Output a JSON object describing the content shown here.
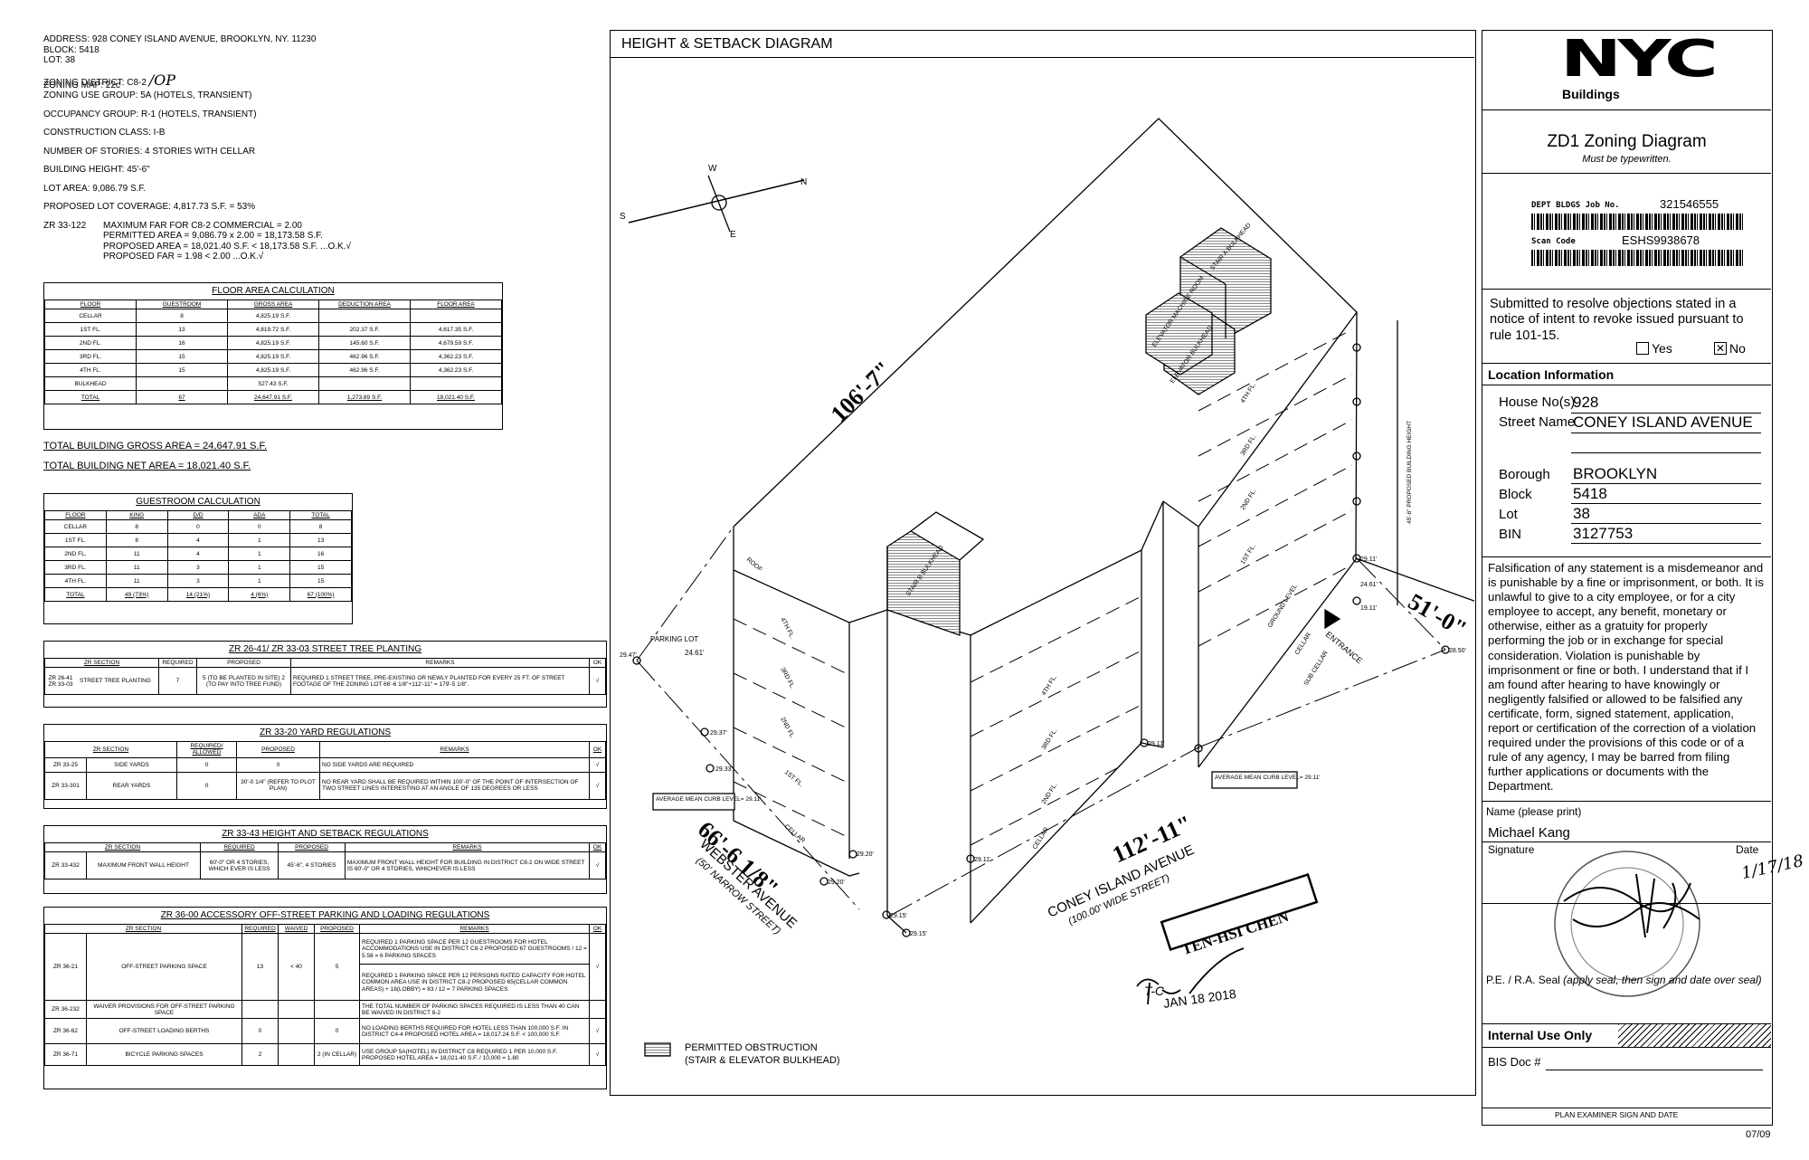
{
  "left": {
    "address": "ADDRESS: 928 CONEY ISLAND AVENUE, BROOKLYN, NY. 11230",
    "block": "BLOCK: 5418",
    "lot": "LOT: 38",
    "zoning_district": "ZONING DISTRICT: C8-2",
    "zoning_handwritten": "/OP",
    "zoning_map": "ZONING MAP: 22c",
    "zoning_use_group": "ZONING USE GROUP: 5A (HOTELS, TRANSIENT)",
    "occupancy": "OCCUPANCY GROUP: R-1 (HOTELS, TRANSIENT)",
    "construction": "CONSTRUCTION CLASS: I-B",
    "stories": "NUMBER OF STORIES: 4 STORIES WITH CELLAR",
    "height": "BUILDING HEIGHT: 45'-6\"",
    "lot_area": "LOT AREA: 9,086.79 S.F.",
    "coverage": "PROPOSED LOT COVERAGE: 4,817.73 S.F. = 53%",
    "zr_label": "ZR 33-122",
    "far_lines": [
      "MAXIMUM FAR FOR C8-2 COMMERCIAL = 2.00",
      "PERMITTED AREA = 9,086.79 x 2.00 = 18,173.58 S.F.",
      "PROPOSED AREA = 18,021.40 S.F. < 18,173.58 S.F. ...O.K.√",
      "PROPOSED  FAR = 1.98 < 2.00 ...O.K.√"
    ],
    "floor_area": {
      "title": "FLOOR AREA CALCULATION",
      "headers": [
        "FLOOR",
        "GUESTROOM",
        "GROSS AREA",
        "DEDUCTION AREA",
        "FLOOR AREA"
      ],
      "rows": [
        [
          "CELLAR",
          "8",
          "4,825.19 S.F.",
          "",
          ""
        ],
        [
          "1ST FL.",
          "13",
          "4,819.72 S.F.",
          "202.37 S.F.",
          "4,617.35 S.F."
        ],
        [
          "2ND FL.",
          "16",
          "4,825.19 S.F.",
          "145.60 S.F.",
          "4,679.59 S.F."
        ],
        [
          "3RD FL.",
          "15",
          "4,825.19 S.F.",
          "462.96 S.F.",
          "4,362.23 S.F."
        ],
        [
          "4TH FL.",
          "15",
          "4,825.19 S.F.",
          "462.96 S.F.",
          "4,362.23 S.F."
        ],
        [
          "BULKHEAD",
          "",
          "527.43 S.F.",
          "",
          ""
        ],
        [
          "TOTAL",
          "67",
          "24,647.91 S.F.",
          "1,273.89 S.F.",
          "18,021.40 S.F."
        ]
      ]
    },
    "gross_total": "TOTAL BUILDING GROSS AREA  = 24,647.91 S.F.",
    "net_total": "TOTAL BUILDING NET AREA = 18,021.40 S.F.",
    "guestroom": {
      "title": "GUESTROOM CALCULATION",
      "headers": [
        "FLOOR",
        "KING",
        "D/D",
        "ADA",
        "TOTAL"
      ],
      "rows": [
        [
          "CELLAR",
          "8",
          "0",
          "0",
          "8"
        ],
        [
          "1ST FL.",
          "8",
          "4",
          "1",
          "13"
        ],
        [
          "2ND FL.",
          "11",
          "4",
          "1",
          "16"
        ],
        [
          "3RD FL.",
          "11",
          "3",
          "1",
          "15"
        ],
        [
          "4TH FL.",
          "11",
          "3",
          "1",
          "15"
        ],
        [
          "TOTAL",
          "49 (73%)",
          "14 (21%)",
          "4 (6%)",
          "67 (100%)"
        ]
      ]
    },
    "tree": {
      "title": "ZR 26-41/ ZR 33-03 STREET TREE PLANTING",
      "headers": [
        "ZR SECTION",
        "REQUIRED",
        "PROPOSED",
        "REMARKS",
        "OK"
      ],
      "rows": [
        [
          "ZR 26-41 ZR 33-03",
          "STREET TREE PLANTING",
          "7",
          "5 (TO BE PLANTED IN SITE) 2 (TO PAY INTO TREE FUND)",
          "REQUIRED 1 STREET TREE, PRE-EXISTING OR NEWLY PLANTED FOR EVERY 25 FT. OF STREET FOOTAGE OF THE ZONING LOT 66'-6 1/8\"+112'-11\" = 179'-5 1/8\".",
          "√"
        ]
      ]
    },
    "yard": {
      "title": "ZR 33-20 YARD REGULATIONS",
      "headers": [
        "ZR SECTION",
        "REQUIRED/ ALLOWED",
        "PROPOSED",
        "REMARKS",
        "OK"
      ],
      "rows": [
        [
          "ZR 33-25",
          "SIDE YARDS",
          "0",
          "0",
          "NO SIDE YARDS ARE REQUIRED",
          "√"
        ],
        [
          "ZR 33-301",
          "REAR YARDS",
          "0",
          "30'-0 1/4\" (REFER TO PLOT PLAN)",
          "NO REAR YARD SHALL BE REQUIRED WITHIN 100'-0\" OF THE POINT OF INTERSECTION OF TWO STREET LINES INTERESTING AT AN ANGLE OF 135 DEGREES OR LESS",
          "√"
        ]
      ]
    },
    "height_reg": {
      "title": "ZR 33-43 HEIGHT AND SETBACK REGULATIONS",
      "headers": [
        "ZR SECTION",
        "REQUIRED",
        "PROPOSED",
        "REMARKS",
        "OK"
      ],
      "rows": [
        [
          "ZR 33-432",
          "MAXIMUM FRONT WALL HEIGHT",
          "60'-0\" OR 4 STORIES, WHICH EVER IS LESS",
          "45'-6\", 4 STORIES",
          "MAXIMUM FRONT WALL HEIGHT FOR BUILDING IN DISTRICT C8-2 ON WIDE STREET IS 60'-0\" OR 4 STORIES, WHICHEVER IS LESS",
          "√"
        ]
      ]
    },
    "parking": {
      "title": "ZR 36-00 ACCESSORY OFF-STREET PARKING AND LOADING REGULATIONS",
      "headers": [
        "ZR SECTION",
        "REQUIRED",
        "WAIVED",
        "PROPOSED",
        "REMARKS",
        "OK"
      ],
      "rows": [
        [
          "ZR 36-21",
          "OFF-STREET PARKING SPACE",
          "13",
          "< 40",
          "5",
          "REQUIRED 1 PARKING SPACE PER 12 GUESTROOMS FOR HOTEL ACCOMMODATIONS USE IN DISTRICT C8-2 PROPOSED 67 GUESTROOMS / 12 = 5.58 = 6 PARKING SPACES",
          "REQUIRED 1 PARKING SPACE PER 12 PERSONS RATED CAPACITY FOR HOTEL COMMON AREA USE IN DISTRICT C8-2 PROPOSED 65(CELLAR COMMON AREAS) + 18(LOBBY) = 83 / 12 = 7 PARKING SPACES",
          "√"
        ],
        [
          "ZR 36-232",
          "WAIVER PROVISIONS FOR OFF-STREET PARKING SPACE",
          "",
          "",
          "",
          "THE TOTAL NUMBER OF PARKING SPACES REQUIRED IS LESS THAN 40 CAN BE WAIVED IN DISTRICT 8-2",
          "",
          ""
        ],
        [
          "ZR 36-62",
          "OFF-STREET LOADING BERTHS",
          "0",
          "",
          "0",
          "NO LOADING BERTHS REQUIRED FOR HOTEL LESS THAN 100,000 S.F. IN DISTRICT C4-4 PROPOSED HOTEL AREA = 18,017.24 S.F. < 100,000 S.F.",
          "",
          "√"
        ],
        [
          "ZR 36-71",
          "BICYCLE PARKING SPACES",
          "2",
          "",
          "2 (IN CELLAR)",
          "USE GROUP 5A(HOTEL) IN DISTRICT C8 REQUIRED 1 PER 10,000 S.F. PROPOSED HOTEL AREA = 18,021.40 S.F. / 10,000 = 1.80",
          "",
          "√"
        ]
      ]
    }
  },
  "diagram": {
    "title": "HEIGHT & SETBACK DIAGRAM",
    "dim_106": "106'-7\"",
    "dim_66": "66'-6 1/8\"",
    "dim_112": "112'-11\"",
    "dim_51": "51'-0\"",
    "street_webster": "WEBSTER AVENUE",
    "street_webster_sub": "(50' NARROW STREET)",
    "street_coney": "CONEY ISLAND AVENUE",
    "street_coney_sub": "(100.00' WIDE STREET)",
    "stamp": "TEN-HSI CHEN",
    "date_hand": "JAN 18 2018",
    "initials": "T-C",
    "parking_lot": "PARKING LOT",
    "parking_elev": "24.61'",
    "curb_left": "AVERAGE MEAN CURB LEVEL= 29.11'",
    "curb_right": "AVERAGE MEAN CURB LEVEL= 29.11'",
    "entrance": "ENTRANCE",
    "ground": "GROUND LEVEL",
    "cellar": "CELLAR",
    "sub_cellar": "SUB CELLAR",
    "roof": "ROOF",
    "floors": [
      "4TH FL.",
      "3RD FL.",
      "2ND FL.",
      "1ST FL.",
      "CELLAR"
    ],
    "stair_a": "STAIR A BULKHEAD",
    "stair_b": "STAIR B BULKHEAD",
    "elev_machine": "ELEVATOR MACHINE ROOM",
    "elev_bulkhead": "ELEVATOR BULKHEAD",
    "prop_height": "45'-6\" PROPOSED BUILDING HEIGHT",
    "elevations": [
      "29.47'",
      "29.37'",
      "29.33'",
      "29.20'",
      "29.20'",
      "29.15'",
      "29.15'",
      "29.11'",
      "29.11'",
      "29.11'",
      "28.50'",
      "24.61'",
      "19.11'"
    ],
    "legend": "PERMITTED OBSTRUCTION",
    "legend_sub": "(STAIR & ELEVATOR BULKHEAD)"
  },
  "form": {
    "logo": "NYC",
    "logo_sub": "Buildings",
    "title": "ZD1 Zoning Diagram",
    "subtitle": "Must be typewritten.",
    "job_label": "DEPT BLDGS Job No.",
    "job_no": "321546555",
    "scan_label": "Scan Code",
    "scan_code": "ESHS9938678",
    "submitted": "Submitted to resolve objections stated in a notice of intent to revoke issued pursuant to rule 101-15.",
    "yes": "Yes",
    "no": "No",
    "location_title": "Location Information",
    "house_label": "House No(s)",
    "house": "928",
    "street_label": "Street Name",
    "street": "CONEY ISLAND AVENUE",
    "borough_label": "Borough",
    "borough": "BROOKLYN",
    "block_label": "Block",
    "block": "5418",
    "lot_label": "Lot",
    "lot": "38",
    "bin_label": "BIN",
    "bin": "3127753",
    "falsification": "Falsification of any statement is a misdemeanor and is punishable by a fine or imprisonment, or both. It is unlawful to give to a city employee, or for a city employee to accept, any benefit, monetary or otherwise, either as a gratuity for properly performing the job or in exchange for special consideration. Violation is punishable by imprisonment or fine or both. I understand that if I am found after hearing to have knowingly or negligently falsified or allowed to be falsified any certificate, form, signed statement, application, report or certification of the correction of a violation required under the provisions of this code or of a rule of any agency, I may be barred from filing further applications or documents with the Department.",
    "name_label": "Name (please print)",
    "name": "Michael Kang",
    "signature_label": "Signature",
    "date_label": "Date",
    "date_hand": "1/17/18",
    "seal_label": "P.E. / R.A. Seal",
    "seal_note": "(apply seal, then sign and date over seal)",
    "internal": "Internal Use Only",
    "bis_label": "BIS Doc #",
    "examiner": "PLAN EXAMINER SIGN AND DATE",
    "form_version": "07/09"
  }
}
